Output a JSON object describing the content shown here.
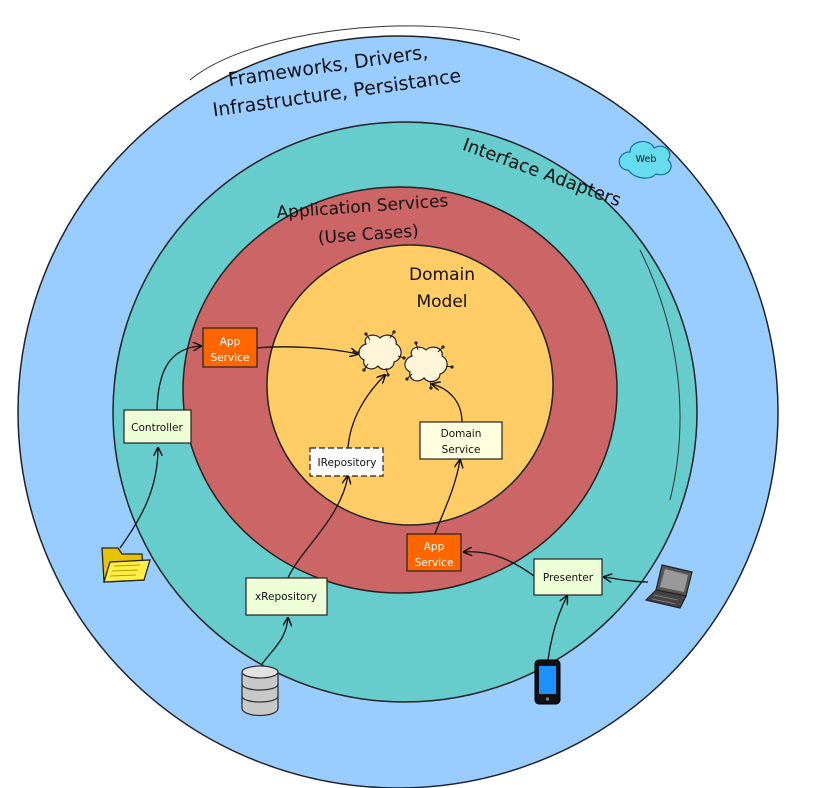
{
  "layers": {
    "frameworks": {
      "line1": "Frameworks, Drivers,",
      "line2": "Infrastructure, Persistance"
    },
    "adapters": {
      "label": "Interface Adapters"
    },
    "app_services": {
      "line1": "Application Services",
      "line2": "(Use Cases)"
    },
    "domain": {
      "line1": "Domain",
      "line2": "Model"
    }
  },
  "boxes": {
    "app_service_top": {
      "line1": "App",
      "line2": "Service"
    },
    "controller": {
      "label": "Controller"
    },
    "irepository": {
      "label": "IRepository"
    },
    "domain_service": {
      "line1": "Domain",
      "line2": "Service"
    },
    "app_service_bottom": {
      "line1": "App",
      "line2": "Service"
    },
    "xrepository": {
      "label": "xRepository"
    },
    "presenter": {
      "label": "Presenter"
    }
  },
  "cloud": {
    "label": "Web"
  },
  "icons": [
    "folder-icon",
    "database-icon",
    "mobile-phone-icon",
    "laptop-icon",
    "web-cloud-icon",
    "entity-blob-icon"
  ],
  "colors": {
    "outer": "#99ccff",
    "adapters": "#66cccc",
    "app_services": "#cc6666",
    "domain": "#ffcc66",
    "app_service_box": "#ff6600",
    "light_box": "#eeffd8",
    "domain_service_box": "#ffffe0"
  }
}
